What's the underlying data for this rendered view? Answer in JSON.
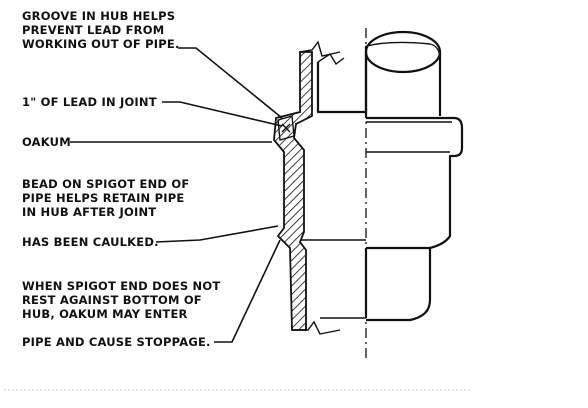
{
  "figure": {
    "labels": {
      "groove": [
        "GROOVE IN HUB HELPS",
        "PREVENT LEAD FROM",
        "WORKING OUT OF PIPE."
      ],
      "lead": [
        "1\" OF LEAD IN JOINT"
      ],
      "oakum": [
        "OAKUM"
      ],
      "bead": [
        "BEAD ON SPIGOT END OF",
        "PIPE HELPS RETAIN PIPE",
        "IN HUB AFTER JOINT",
        "HAS BEEN CAULKED."
      ],
      "spigot": [
        "WHEN SPIGOT END DOES NOT",
        "REST AGAINST BOTTOM OF",
        "HUB, OAKUM MAY ENTER",
        "PIPE AND CAUSE STOPPAGE."
      ]
    },
    "colors": {
      "ink": "#111111",
      "background": "#ffffff"
    }
  }
}
